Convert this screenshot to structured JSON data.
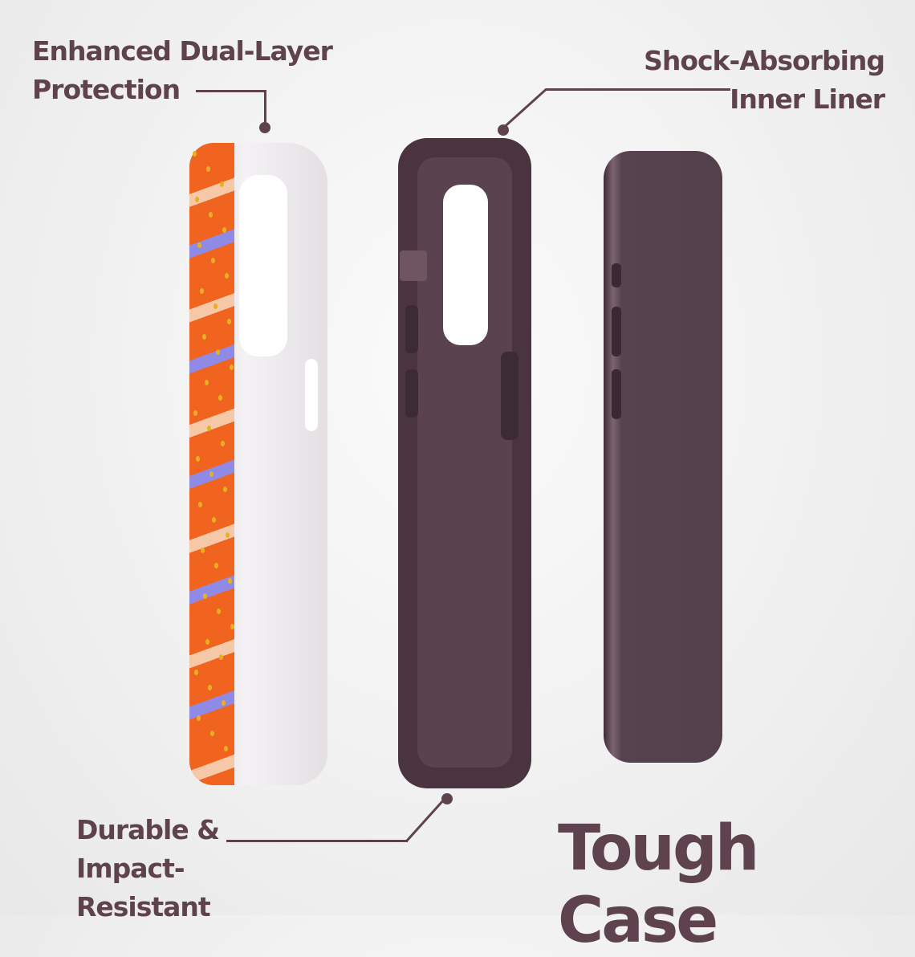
{
  "callouts": {
    "outer_shell": "Enhanced Dual-Layer Protection",
    "inner_liner": "Shock-Absorbing Inner Liner",
    "durability": "Durable & Impact-Resistant"
  },
  "title": "Tough Case",
  "colors": {
    "text": "#5e434f",
    "pattern_orange": "#f06420",
    "pattern_purple": "#8f8ae6",
    "liner": "#4a3440"
  }
}
